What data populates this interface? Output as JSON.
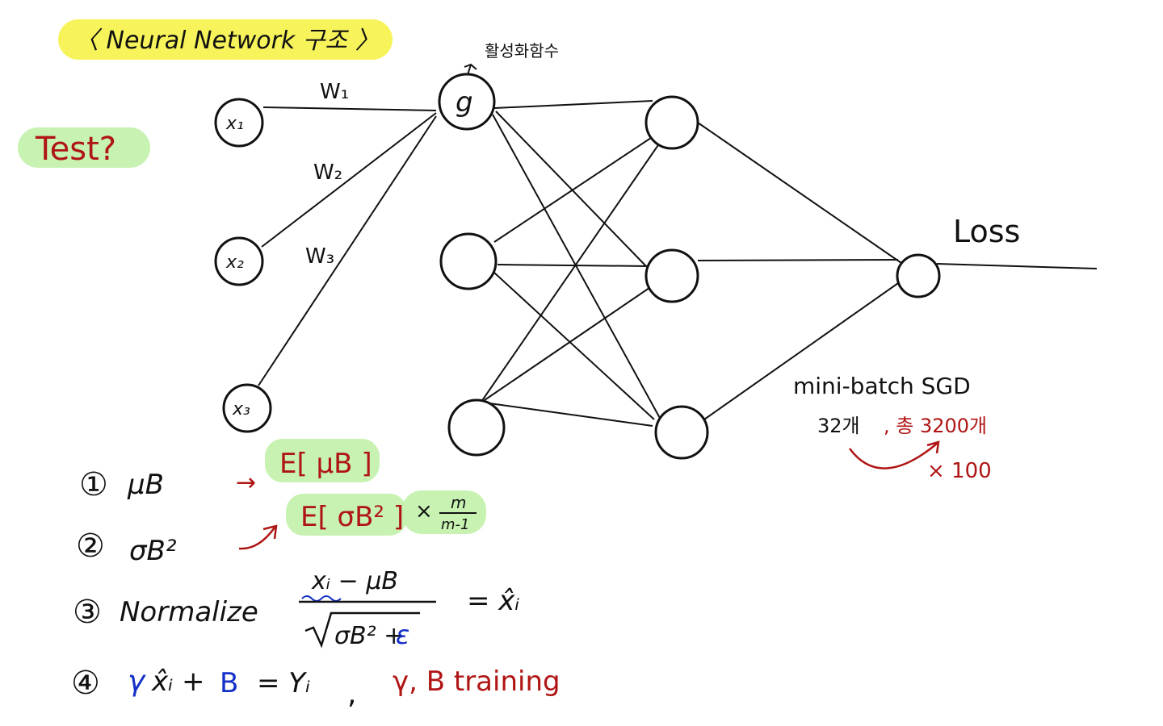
{
  "title": "〈 Neural Network 구조 〉",
  "test_label": "Test?",
  "activation_label": "활성화함수",
  "inputs": [
    "x₁",
    "x₂",
    "x₃"
  ],
  "weights": [
    "W₁",
    "W₂",
    "W₃"
  ],
  "activation_symbol": "g",
  "loss_label": "Loss",
  "minibatch": {
    "title": "mini-batch SGD",
    "count": "32개",
    "total": ", 총 3200개",
    "multiplier": "× 100"
  },
  "steps": {
    "s1_num": "①",
    "s1": "μB",
    "s1_arrow": "→",
    "s1_test": "E[ μB ]",
    "s2_num": "②",
    "s2": "σB²",
    "s2_test": "E[ σB² ]",
    "s2_factor_x": "×",
    "s2_factor_num": "m",
    "s2_factor_den": "m-1",
    "s3_num": "③",
    "s3": "Normalize",
    "s3_num_expr": "xᵢ − μB",
    "s3_den_expr": "σB² + ",
    "s3_eps": "ε",
    "s3_result": "= x̂ᵢ",
    "s4_num": "④",
    "s4_gamma": "γ",
    "s4_mid": "x̂ᵢ +",
    "s4_beta": "B",
    "s4_rest": "= Yᵢ",
    "s4_comma": ",",
    "s4_train": "γ, B   training"
  },
  "colors": {
    "highlight_yellow": "#f7f35a",
    "highlight_green": "#c7f2b2",
    "red_ink": "#b01515",
    "blue_ink": "#1530c8"
  }
}
